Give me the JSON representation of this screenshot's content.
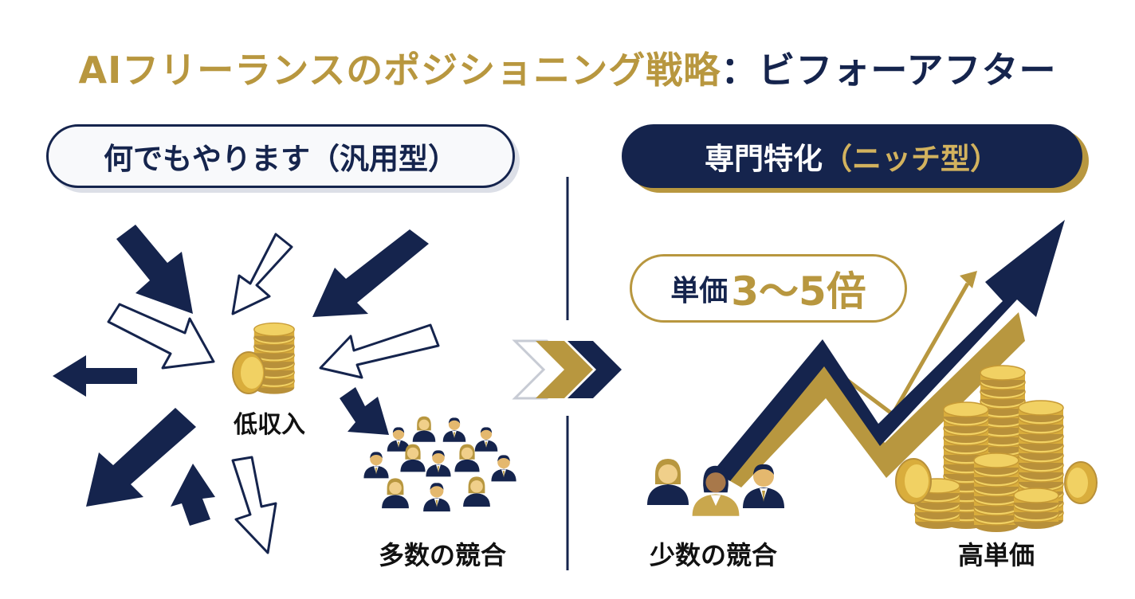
{
  "title": {
    "part1": "AIフリーランスのポジショニング戦略",
    "part2": "：ビフォーアフター"
  },
  "left_panel": {
    "heading": "何でもやります（汎用型）",
    "center_label": "低収入",
    "competition_label": "多数の競合"
  },
  "right_panel": {
    "heading_main": "専門特化",
    "heading_sub": "（ニッチ型）",
    "price_prefix": "単価",
    "price_value": "3〜5倍",
    "competition_label": "少数の競合",
    "price_label": "高単価"
  },
  "colors": {
    "navy": "#15244d",
    "gold": "#b8973f",
    "coin": "#e8c547"
  },
  "icons": [
    "arrow-icon",
    "coin-stack-icon",
    "person-icon",
    "chevron-icon",
    "trend-arrow-icon"
  ]
}
